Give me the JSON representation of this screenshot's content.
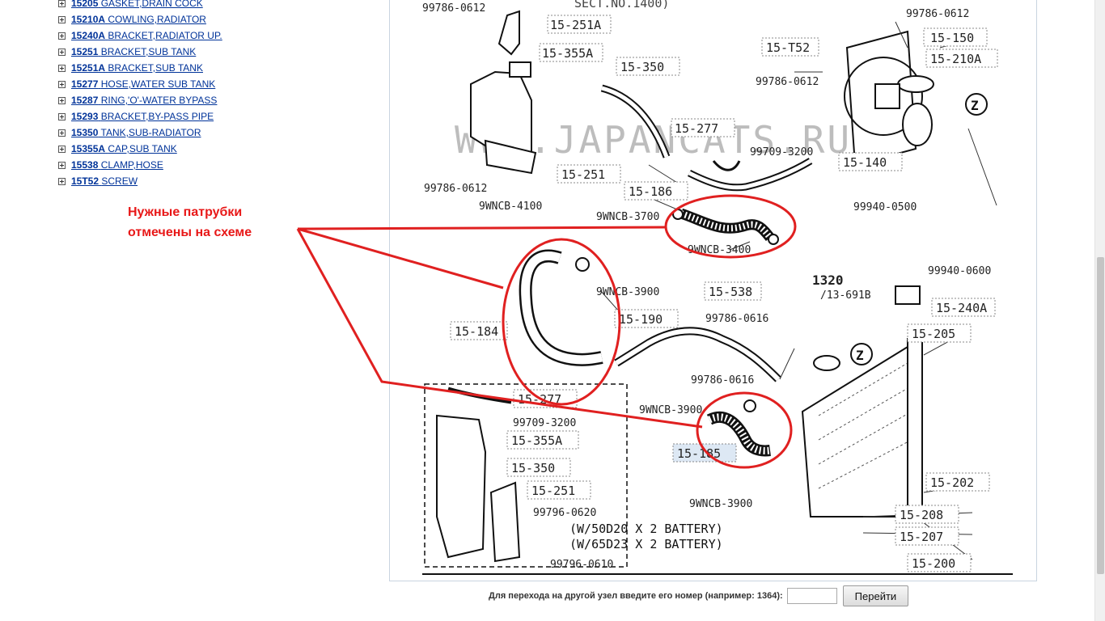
{
  "sidebar": {
    "items": [
      {
        "code": "15205",
        "label": "GASKET,DRAIN COCK"
      },
      {
        "code": "15210A",
        "label": "COWLING,RADIATOR"
      },
      {
        "code": "15240A",
        "label": "BRACKET,RADIATOR UP."
      },
      {
        "code": "15251",
        "label": "BRACKET,SUB TANK"
      },
      {
        "code": "15251A",
        "label": "BRACKET,SUB TANK"
      },
      {
        "code": "15277",
        "label": "HOSE,WATER SUB TANK"
      },
      {
        "code": "15287",
        "label": "RING,'O'-WATER BYPASS"
      },
      {
        "code": "15293",
        "label": "BRACKET,BY-PASS PIPE"
      },
      {
        "code": "15350",
        "label": "TANK,SUB-RADIATOR"
      },
      {
        "code": "15355A",
        "label": "CAP,SUB TANK"
      },
      {
        "code": "15538",
        "label": "CLAMP,HOSE"
      },
      {
        "code": "15T52",
        "label": "SCREW"
      }
    ]
  },
  "annotation": {
    "line1": "Нужные патрубки",
    "line2": "отмечены на схеме",
    "color": "#e81818"
  },
  "diagram": {
    "watermark": "WWW.JAPANCATS.RU",
    "header_note": "SECT.NO.1400)",
    "ref_note_num": "1320",
    "ref_note_sub": "/13-691B",
    "battery_note_1": "(W/50D20 X 2 BATTERY)",
    "battery_note_2": "(W/65D23 X 2 BATTERY)",
    "labels": [
      {
        "text": "99786-0612"
      },
      {
        "text": "15-251A"
      },
      {
        "text": "15-355A"
      },
      {
        "text": "15-350"
      },
      {
        "text": "15-277"
      },
      {
        "text": "99709-3200"
      },
      {
        "text": "15-251"
      },
      {
        "text": "15-186"
      },
      {
        "text": "99786-0612"
      },
      {
        "text": "9WNCB-4100"
      },
      {
        "text": "9WNCB-3700"
      },
      {
        "text": "9WNCB-3400"
      },
      {
        "text": "99786-0612"
      },
      {
        "text": "15-150"
      },
      {
        "text": "15-T52"
      },
      {
        "text": "15-210A"
      },
      {
        "text": "99786-0612"
      },
      {
        "text": "15-140"
      },
      {
        "text": "99940-0500"
      },
      {
        "text": "99940-0600"
      },
      {
        "text": "15-538"
      },
      {
        "text": "9WNCB-3900"
      },
      {
        "text": "15-190"
      },
      {
        "text": "99786-0616"
      },
      {
        "text": "15-184"
      },
      {
        "text": "15-240A"
      },
      {
        "text": "15-205"
      },
      {
        "text": "99786-0616"
      },
      {
        "text": "15-277"
      },
      {
        "text": "99709-3200"
      },
      {
        "text": "15-355A"
      },
      {
        "text": "15-350"
      },
      {
        "text": "15-251"
      },
      {
        "text": "99796-0620"
      },
      {
        "text": "99796-0610"
      },
      {
        "text": "9WNCB-3900"
      },
      {
        "text": "15-185"
      },
      {
        "text": "9WNCB-3900"
      },
      {
        "text": "15-202"
      },
      {
        "text": "15-208"
      },
      {
        "text": "15-207"
      },
      {
        "text": "15-200"
      }
    ],
    "z_marker": "Z"
  },
  "goto": {
    "label": "Для перехода на другой узел введите его номер (например: 1364):",
    "input_value": "",
    "button": "Перейти"
  }
}
